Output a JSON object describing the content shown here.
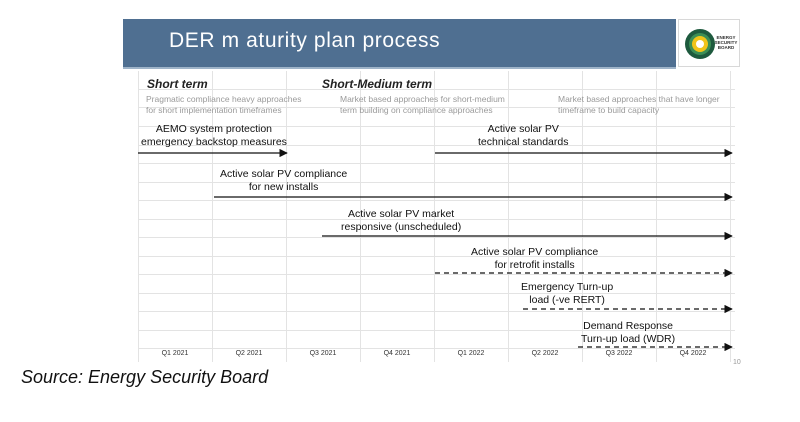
{
  "title": "DER m aturity plan process",
  "logo": {
    "text": "ENERGY SECURITY BOARD"
  },
  "phases": [
    {
      "heading": "Short term",
      "description": [
        "Pragmatic compliance heavy approaches",
        "for short implementation timeframes"
      ]
    },
    {
      "heading": "Short-Medium term",
      "description": [
        "Market based approaches for short-medium",
        "term building on compliance approaches"
      ]
    },
    {
      "heading": "",
      "description": [
        "Market based approaches that have longer",
        "timeframe to build capacity"
      ]
    }
  ],
  "items": [
    {
      "lines": [
        "AEMO system protection",
        "emergency backstop measures"
      ],
      "style": "solid"
    },
    {
      "lines": [
        "Active solar PV",
        "technical standards"
      ],
      "style": "solid"
    },
    {
      "lines": [
        "Active solar PV compliance",
        "for new installs"
      ],
      "style": "solid"
    },
    {
      "lines": [
        "Active solar PV market",
        "responsive (unscheduled)"
      ],
      "style": "solid"
    },
    {
      "lines": [
        "Active solar PV compliance",
        "for retrofit installs"
      ],
      "style": "dashed"
    },
    {
      "lines": [
        "Emergency Turn-up",
        "load (-ve RERT)"
      ],
      "style": "dashed"
    },
    {
      "lines": [
        "Demand Response",
        "Turn-up load (WDR)"
      ],
      "style": "dashed"
    }
  ],
  "quarters": [
    "Q1 2021",
    "Q2 2021",
    "Q3 2021",
    "Q4 2021",
    "Q1 2022",
    "Q2 2022",
    "Q3 2022",
    "Q4 2022"
  ],
  "page_number": "10",
  "source": "Source: Energy Security Board",
  "colors": {
    "title_bar": "#4f6f91",
    "line": "#111111"
  }
}
